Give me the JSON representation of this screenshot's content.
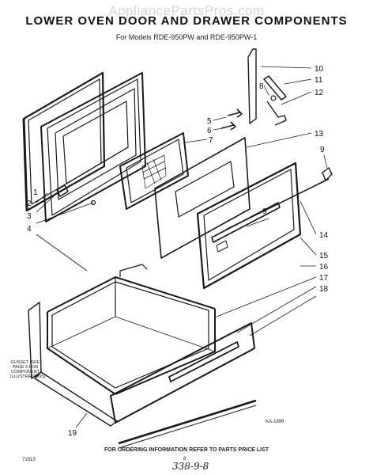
{
  "watermark": "AppliancePartsPros.com",
  "title": "LOWER OVEN DOOR AND DRAWER COMPONENTS",
  "subtitle": "For Models RDE-950PW and RDE-950PW-1",
  "footer": "FOR ORDERING INFORMATION REFER TO PARTS PRICE LIST",
  "gusset_note": "GUSSET (SEE PAGE 6 FOR COMPONENT ILLUSTRATIONS)",
  "drawing_code": "KA-1896",
  "year_code": "71913",
  "page_number": "8",
  "handwritten": "338-9-8",
  "callouts": [
    "10",
    "11",
    "12",
    "8",
    "5",
    "6",
    "7",
    "13",
    "9",
    "9",
    "2",
    "3",
    "4",
    "14",
    "15",
    "16",
    "17",
    "18",
    "19",
    "1"
  ]
}
